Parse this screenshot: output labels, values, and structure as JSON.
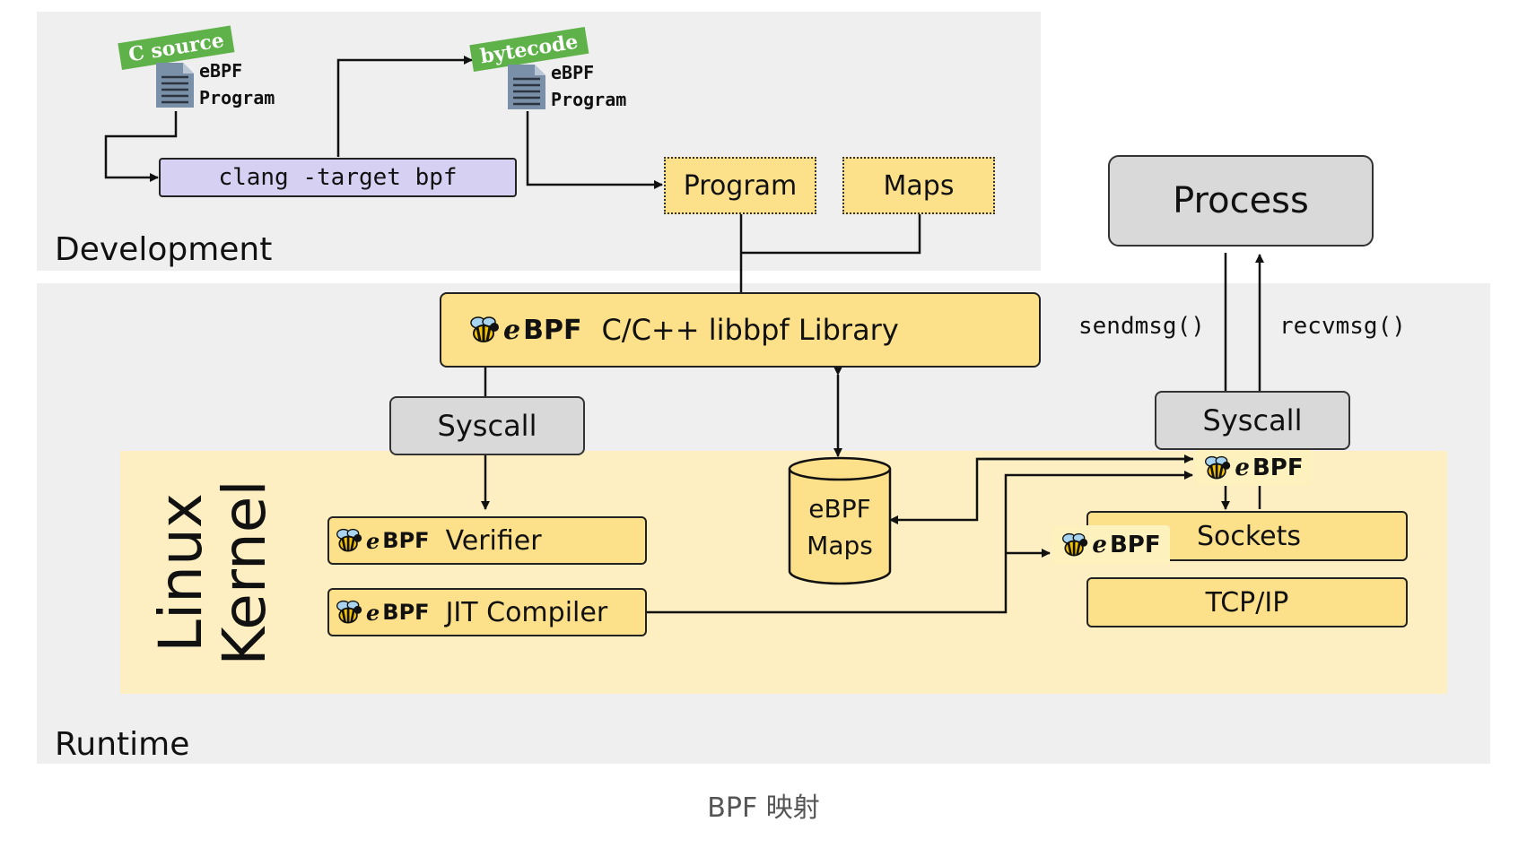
{
  "sections": {
    "development": "Development",
    "runtime": "Runtime",
    "kernel_line1": "Linux",
    "kernel_line2": "Kernel"
  },
  "development": {
    "c_source_tag": "C source",
    "bytecode_tag": "bytecode",
    "source_program": "eBPF\nProgram",
    "bytecode_program": "eBPF\nProgram",
    "compiler_command": "clang -target bpf",
    "program_box": "Program",
    "maps_box": "Maps"
  },
  "runtime": {
    "library_brand_e": "e",
    "library_brand_rest": "BPF",
    "library_label": "C/C++ libbpf Library",
    "syscall_left": "Syscall",
    "syscall_right": "Syscall",
    "process": "Process",
    "sendmsg": "sendmsg()",
    "recvmsg": "recvmsg()"
  },
  "kernel": {
    "brand_e": "e",
    "brand_rest": "BPF",
    "verifier": "Verifier",
    "jit": "JIT Compiler",
    "maps_line1": "eBPF",
    "maps_line2": "Maps",
    "sockets": "Sockets",
    "tcpip": "TCP/IP"
  },
  "caption": "BPF 映射",
  "colors": {
    "panel_bg": "#efefef",
    "kernel_bg": "#fdefc2",
    "yellow_box": "#fde08a",
    "grey_box": "#d9d9d9",
    "purple_box": "#d6d0f2",
    "tag_green": "#5fb14a",
    "doc_icon": "#7a8fa8"
  },
  "icons": [
    "document-icon",
    "bee-icon"
  ]
}
